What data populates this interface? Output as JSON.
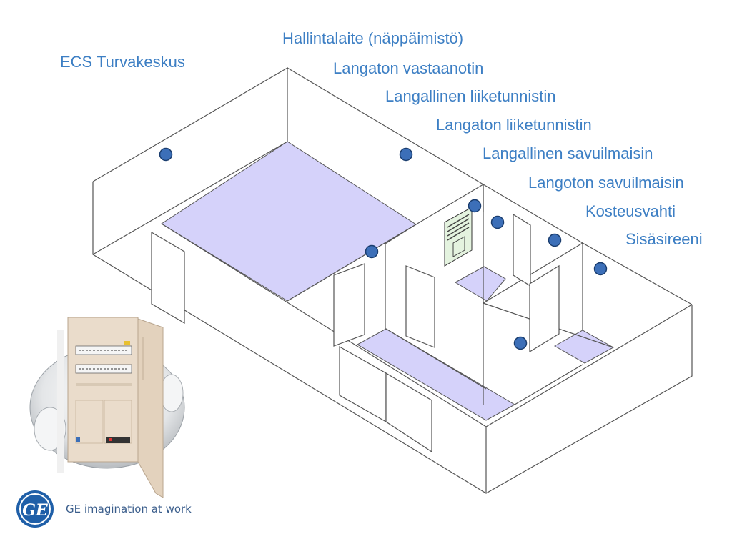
{
  "labels": [
    {
      "id": "ecs",
      "text": "ECS Turvakeskus"
    },
    {
      "id": "hallinta",
      "text": "Hallintalaite (näppäimistö)"
    },
    {
      "id": "vastaanotin",
      "text": "Langaton vastaanotin"
    },
    {
      "id": "langallinen-liike",
      "text": "Langallinen liiketunnistin"
    },
    {
      "id": "langaton-liike",
      "text": "Langaton liiketunnistin"
    },
    {
      "id": "langallinen-savu",
      "text": "Langallinen savuilmaisin"
    },
    {
      "id": "langoton-savu",
      "text": "Langoton savuilmaisin"
    },
    {
      "id": "kosteus",
      "text": "Kosteusvahti"
    },
    {
      "id": "sireeni",
      "text": "Sisäsireeni"
    }
  ],
  "logo": {
    "text": "GE imagination at work",
    "brand_color": "#1f5fa8"
  },
  "colors": {
    "label": "#3d7fc4",
    "floor": "#d5d2fa",
    "device": "#3c6fb8"
  }
}
